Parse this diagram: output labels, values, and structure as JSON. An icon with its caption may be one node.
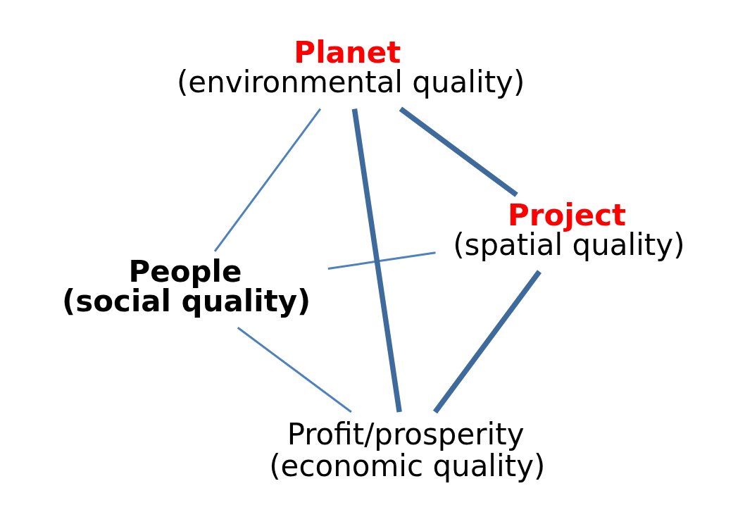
{
  "diagram": {
    "nodes": [
      {
        "text": [
          "People",
          "(social quality)"
        ]
      },
      {
        "text": [
          "Project",
          "(spatial quality)"
        ]
      },
      {
        "text": [
          "Profit/prosperity",
          "(economic quality)"
        ]
      },
      {
        "text": [
          "Planet",
          "(environmental quality)"
        ]
      }
    ],
    "edges": [
      {
        "from": 0,
        "to": 2,
        "arrow": "none"
      },
      {
        "from": 0,
        "to": 3,
        "arrow": "none"
      },
      {
        "from": 0,
        "to": 1,
        "arrow": "none"
      },
      {
        "from": 2,
        "to": 1,
        "arrow": "none",
        "style": "thick"
      },
      {
        "from": 1,
        "to": 3,
        "arrow": "none",
        "style": "thick"
      },
      {
        "from": 2,
        "to": 3,
        "arrow": "none",
        "style": "thick"
      }
    ]
  }
}
